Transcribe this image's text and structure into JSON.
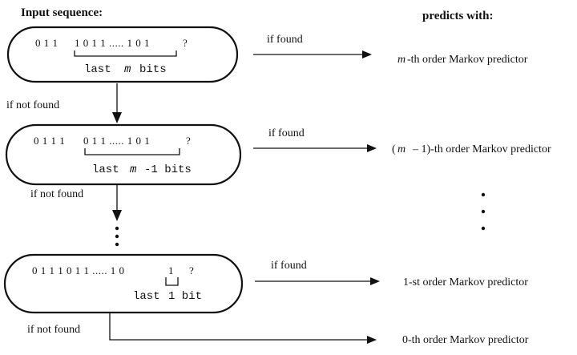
{
  "header": {
    "input_title": "Input sequence:",
    "predict_title": "predicts with:"
  },
  "stages": [
    {
      "sequence_prefix": "0 1 1",
      "sequence_body": "1 0 1 1 ..... 1 0 1",
      "question": "?",
      "caption_prefix": "last",
      "caption_var": "m",
      "caption_suffix": "bits",
      "found_label": "if found",
      "predictor_var": "m",
      "predictor_text": "-th order Markov predictor"
    },
    {
      "sequence_prefix": "0 1 1 1",
      "sequence_body": "0 1 1 ..... 1 0 1",
      "question": "?",
      "caption_prefix": "last",
      "caption_var": "m",
      "caption_suffix": "-1 bits",
      "found_label": "if found",
      "predictor_open": "(",
      "predictor_var": "m",
      "predictor_text": "– 1)-th order Markov predictor"
    },
    {
      "sequence_prefix": "0 1 1 1 0 1 1 ..... 1 0",
      "sequence_body": "1",
      "question": "?",
      "caption_prefix": "last",
      "caption_suffix": "1 bit",
      "found_label": "if found",
      "predictor_text": "1-st order Markov predictor"
    }
  ],
  "not_found_label": "if not found",
  "final_predictor": "0-th order Markov predictor"
}
